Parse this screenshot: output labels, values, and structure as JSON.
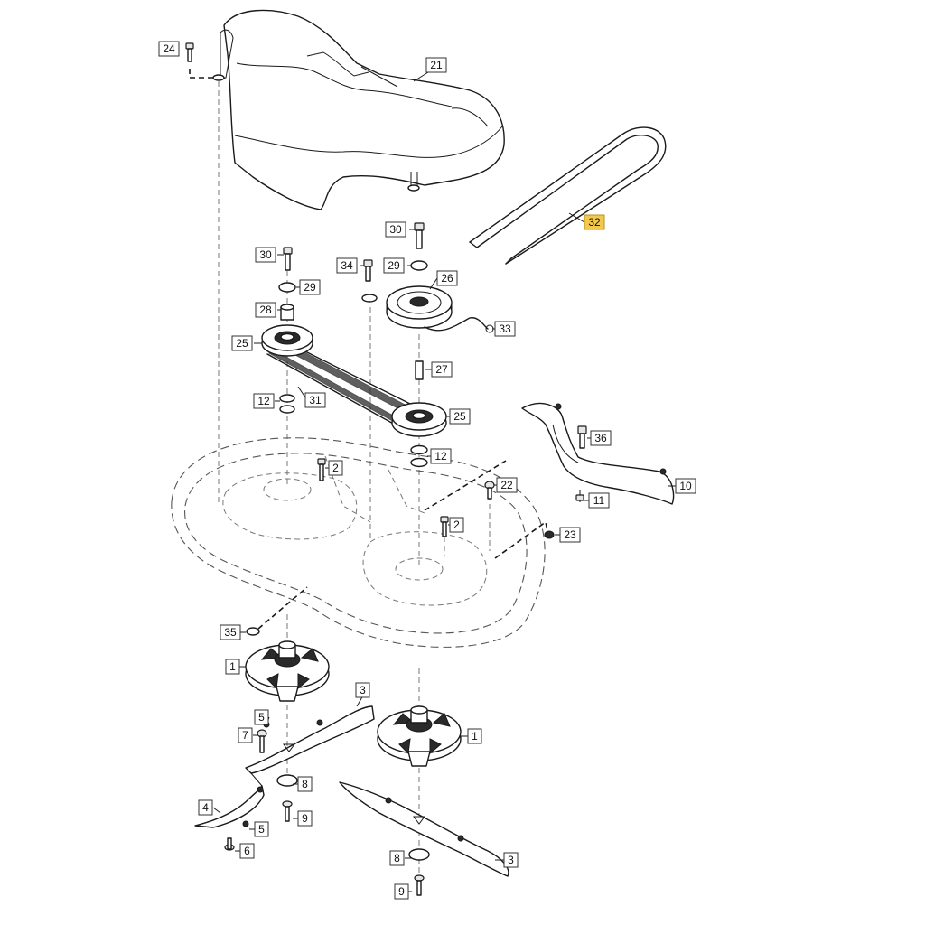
{
  "highlight_color": "#f2c94c",
  "callouts": [
    {
      "id": "c24",
      "label": "24"
    },
    {
      "id": "c21",
      "label": "21"
    },
    {
      "id": "c32",
      "label": "32",
      "highlighted": true
    },
    {
      "id": "c30a",
      "label": "30"
    },
    {
      "id": "c30b",
      "label": "30"
    },
    {
      "id": "c29a",
      "label": "29"
    },
    {
      "id": "c29b",
      "label": "29"
    },
    {
      "id": "c34",
      "label": "34"
    },
    {
      "id": "c26",
      "label": "26"
    },
    {
      "id": "c28",
      "label": "28"
    },
    {
      "id": "c33",
      "label": "33"
    },
    {
      "id": "c25a",
      "label": "25"
    },
    {
      "id": "c25b",
      "label": "25"
    },
    {
      "id": "c27",
      "label": "27"
    },
    {
      "id": "c12a",
      "label": "12"
    },
    {
      "id": "c12b",
      "label": "12"
    },
    {
      "id": "c31",
      "label": "31"
    },
    {
      "id": "c36",
      "label": "36"
    },
    {
      "id": "c2a",
      "label": "2"
    },
    {
      "id": "c2b",
      "label": "2"
    },
    {
      "id": "c22",
      "label": "22"
    },
    {
      "id": "c10",
      "label": "10"
    },
    {
      "id": "c11",
      "label": "11"
    },
    {
      "id": "c23",
      "label": "23"
    },
    {
      "id": "c35",
      "label": "35"
    },
    {
      "id": "c1a",
      "label": "1"
    },
    {
      "id": "c1b",
      "label": "1"
    },
    {
      "id": "c3a",
      "label": "3"
    },
    {
      "id": "c3b",
      "label": "3"
    },
    {
      "id": "c5a",
      "label": "5"
    },
    {
      "id": "c5b",
      "label": "5"
    },
    {
      "id": "c7",
      "label": "7"
    },
    {
      "id": "c8a",
      "label": "8"
    },
    {
      "id": "c8b",
      "label": "8"
    },
    {
      "id": "c9a",
      "label": "9"
    },
    {
      "id": "c9b",
      "label": "9"
    },
    {
      "id": "c4",
      "label": "4"
    },
    {
      "id": "c6",
      "label": "6"
    }
  ]
}
